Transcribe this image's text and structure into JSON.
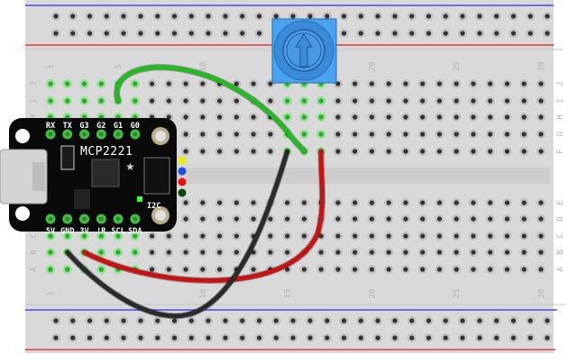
{
  "breadboard": {
    "columns": 30,
    "column_labels": [
      "1",
      "5",
      "10",
      "15",
      "20",
      "25",
      "30"
    ],
    "rows_top": [
      "J",
      "I",
      "H",
      "G",
      "F"
    ],
    "rows_bottom": [
      "E",
      "D",
      "C",
      "B",
      "A"
    ],
    "rail_groups": 6,
    "rail_holes_per_group": 5,
    "colors": {
      "board": "#d9d9d9",
      "channel": "#cfcdcb",
      "hole": "#333333",
      "hole_ring": "#c2c2c2",
      "hole_active": "#5fd35f",
      "rail_blue": "#4b4bf0",
      "rail_red": "#e23b3b"
    }
  },
  "board_module": {
    "name": "MCP2221",
    "top_pins": [
      "RX",
      "TX",
      "G3",
      "G2",
      "G1",
      "G0"
    ],
    "bottom_pins": [
      "5V",
      "GND",
      "3V",
      "!R",
      "SCL",
      "SDA"
    ],
    "connector_label": "I2C",
    "stemma_wire_colors": [
      "#e8f000",
      "#1b4fe0",
      "#f01010",
      "#0a4a0a"
    ]
  },
  "potentiometer": {
    "name": "rotary-potentiometer",
    "color": "#4aa3f0"
  },
  "wires": [
    {
      "name": "green-wire",
      "color": "#22bb22",
      "from": "I5",
      "to": "F16"
    },
    {
      "name": "red-wire",
      "color": "#cc1111",
      "from": "B3",
      "to": "F17"
    },
    {
      "name": "black-wire",
      "color": "#2a2a2a",
      "from": "B2",
      "to": "F15"
    }
  ]
}
